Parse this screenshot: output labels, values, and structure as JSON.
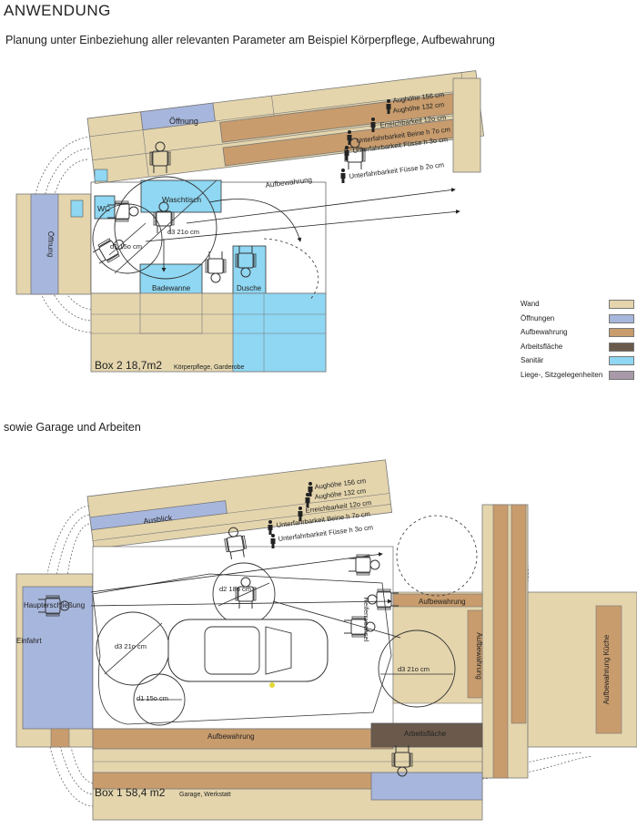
{
  "page": {
    "title": "ANWENDUNG",
    "subtitle": "Planung unter Einbeziehung aller relevanten Parameter am Beispiel Körperpflege, Aufbewahrung",
    "section2": "sowie Garage und Arbeiten"
  },
  "colors": {
    "wand": "#e4d5ad",
    "oeffnung": "#a7b6dc",
    "aufbewahrung": "#c89c6d",
    "arbeitsflaeche": "#6b5a4b",
    "sanitaer": "#8fd7f2",
    "liege": "#a89aa8"
  },
  "legend": [
    {
      "label": "Wand",
      "color": "#e4d5ad"
    },
    {
      "label": "Öffnungen",
      "color": "#a7b6dc"
    },
    {
      "label": "Aufbewahrung",
      "color": "#c89c6d"
    },
    {
      "label": "Arbeitsfläche",
      "color": "#6b5a4b"
    },
    {
      "label": "Sanitär",
      "color": "#8fd7f2"
    },
    {
      "label": "Liege-, Sitzgelegenheiten",
      "color": "#a89aa8"
    }
  ],
  "box2": {
    "title": "Box 2  18,7m2",
    "subtitle": "Körperpflege, Garderobe",
    "labels": {
      "oeffnung_top": "Öffnung",
      "oeffnung_left": "Öffnung",
      "waschtisch": "Waschtisch",
      "wc": "WC",
      "badewanne": "Badewanne",
      "dusche": "Dusche",
      "aufbewahrung": "Aufbewahrung",
      "d1": "d1  15o cm",
      "d3": "d3  21o cm"
    },
    "heights": [
      "Aughöhe  156 cm",
      "Aughöhe  132 cm",
      "Erreichbarkeit  12o cm",
      "Unterfahrbarkeit Beine  h 7o cm",
      "Unterfahrbarkeit Füsse  h 3o cm",
      "Unterfahrbarkeit Füsse  b 2o cm"
    ]
  },
  "box1": {
    "title": "Box 1  58,4 m2",
    "subtitle": "Garage, Werkstatt",
    "labels": {
      "ausblick": "Ausblick",
      "hauptschliessung": "Haupterschließung",
      "einfahrt": "Einfahrt",
      "aufbewahrung_bottom": "Aufbewahrung",
      "aufbewahrung_right": "Aufbewahrung",
      "aufbewahrung_vertical": "Aufbewahrung",
      "aufbewahrung_kueche": "Aufbewahrung Küche",
      "arbeitsflaeche": "Arbeitsfläche",
      "reifenwechsel": "Reifenwechsel",
      "d1": "d1  15o cm",
      "d2": "d2  18o cm",
      "d3a": "d3  21o cm",
      "d3b": "d3  21o cm"
    },
    "heights": [
      "Aughöhe  156 cm",
      "Aughöhe  132 cm",
      "Erreichbarkeit  12o cm",
      "Unterfahrbarkeit Beine  h 7o cm",
      "Unterfahrbarkeit Füsse  h 3o cm"
    ]
  }
}
